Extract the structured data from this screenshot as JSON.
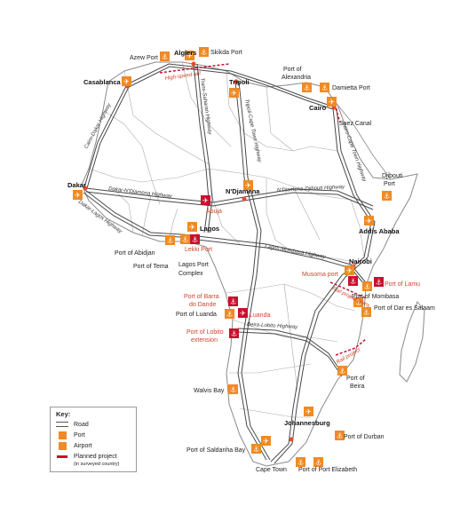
{
  "legend": {
    "title": "Key:",
    "road": "Road",
    "port": "Port",
    "airport": "Airport",
    "planned": "Planned project",
    "planned_sub": "(in surveyed country)"
  },
  "cities": {
    "algiers": "Algiers",
    "casablanca": "Casablanca",
    "tripoli": "Tripoli",
    "cairo": "Cairo",
    "dakar": "Dakar",
    "ndjamena": "N'Djamena",
    "lagos": "Lagos",
    "addis": "Addis Ababa",
    "nairobi": "Nairobi",
    "johannesburg": "Johannesburg"
  },
  "places": {
    "azew": "Azew Port",
    "skikda": "Skikda Port",
    "alexandria1": "Port of",
    "alexandria2": "Alexandria",
    "damietta": "Damietta Port",
    "suez": "Suez Canal",
    "djibouti1": "Djibouti",
    "djibouti2": "Port",
    "abidjan": "Port of Abidjan",
    "tema": "Port of Tema",
    "lagosport1": "Lagos Port",
    "lagosport2": "Complex",
    "mombasa": "Port of Mombasa",
    "daressalaam": "Port of Dar es Salaam",
    "luanda": "Port of Luanda",
    "walvis": "Walvis Bay",
    "beira1": "Port of",
    "beira2": "Beira",
    "durban": "Port of Durban",
    "saldanha": "Port of Saldanha Bay",
    "capetown": "Cape Town",
    "elizabeth": "Port of Port Elizabeth"
  },
  "planned": {
    "highspeed": "High-speed rail",
    "abuja": "Abuja",
    "lekki": "Lekki Port",
    "musoma": "Musoma port",
    "lamu": "Port of Lamu",
    "rail_plans": "Rail project plans",
    "barra1": "Port of Barra",
    "barra2": "do Dande",
    "luanda_air": "Luanda",
    "lobito1": "Port of Lobito",
    "lobito2": "extension",
    "rail_project": "Rail project"
  },
  "highways": {
    "cairo_dakar": "Cairo-Dakar Highway",
    "trans_sahara": "Trans-Saharan Highway",
    "tripoli_cape": "Tripoli-Cape Town Highway",
    "cairo_cape": "Cairo-Cape Town Highway",
    "dakar_ndjamena": "Dakar-N'Djamena Highway",
    "dakar_lagos": "Dakar-Lagos Highway",
    "ndjamena_djibouti": "N'Djamena-Djibouti Highway",
    "lagos_mombasa": "Lagos-Mombasa Highway",
    "beira_lobito": "Beira-Lobito Highway"
  },
  "colors": {
    "port": "#f08a24",
    "planned": "#c8102e",
    "planned_text": "#d0452b",
    "road": "#4a4a4a"
  }
}
